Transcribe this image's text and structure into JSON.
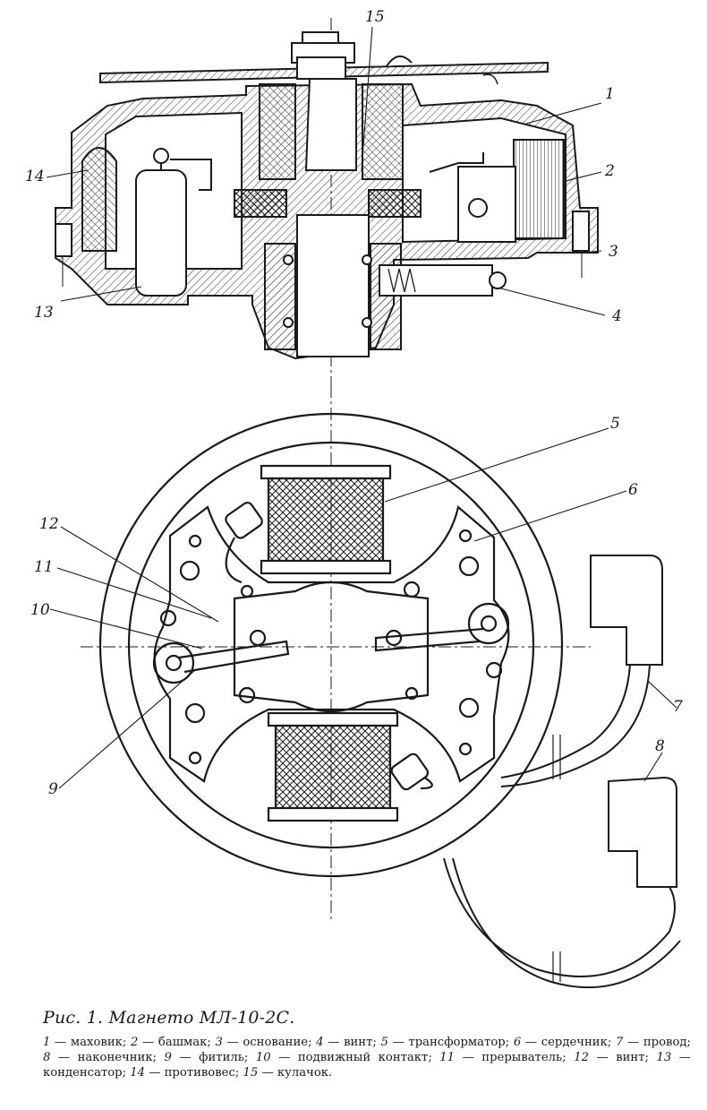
{
  "figure": {
    "callouts": [
      "1",
      "2",
      "3",
      "4",
      "5",
      "6",
      "7",
      "8",
      "9",
      "10",
      "11",
      "12",
      "13",
      "14",
      "15"
    ]
  },
  "caption": {
    "title": "Рис. 1. Магнето МЛ-10-2С.",
    "legend": [
      {
        "num": "1",
        "text": "маховик;"
      },
      {
        "num": "2",
        "text": "башмак;"
      },
      {
        "num": "3",
        "text": "основание;"
      },
      {
        "num": "4",
        "text": "винт;"
      },
      {
        "num": "5",
        "text": "трансформатор;"
      },
      {
        "num": "6",
        "text": "сердечник;"
      },
      {
        "num": "7",
        "text": "провод;"
      },
      {
        "num": "8",
        "text": "наконечник;"
      },
      {
        "num": "9",
        "text": "фитиль;"
      },
      {
        "num": "10",
        "text": "подвижный контакт;"
      },
      {
        "num": "11",
        "text": "прерыватель;"
      },
      {
        "num": "12",
        "text": "винт;"
      },
      {
        "num": "13",
        "text": "конденсатор;"
      },
      {
        "num": "14",
        "text": "противовес;"
      },
      {
        "num": "15",
        "text": "кулачок."
      }
    ]
  }
}
